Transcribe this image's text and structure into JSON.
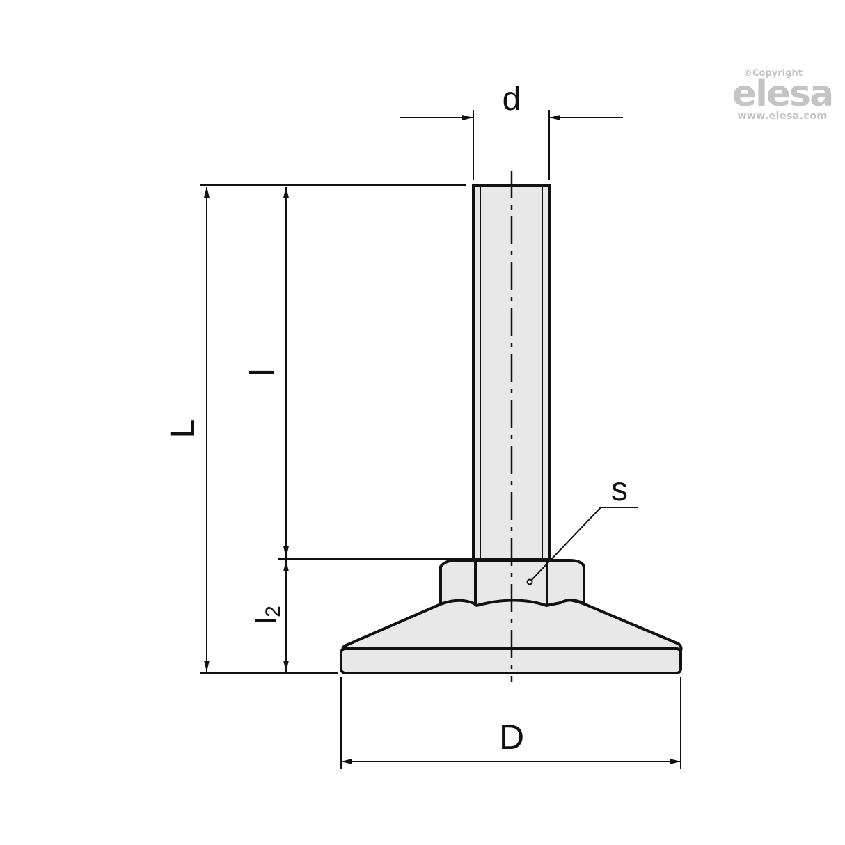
{
  "diagram": {
    "subject": "levelling element with threaded stem, hex and base",
    "dimension_labels": {
      "stem_diameter": "d",
      "overall_length": "L",
      "thread_length": "l",
      "hex_height_label": "l",
      "hex_height_subscript": "2",
      "base_diameter": "D",
      "hex_wrench_size": "s"
    },
    "colors": {
      "line": "#111111",
      "part_fill": "#e8e8e8",
      "watermark": "#c4c4c4"
    }
  },
  "watermark": {
    "copyright": "©Copyright",
    "brand": "elesa",
    "url": "www.elesa.com"
  }
}
